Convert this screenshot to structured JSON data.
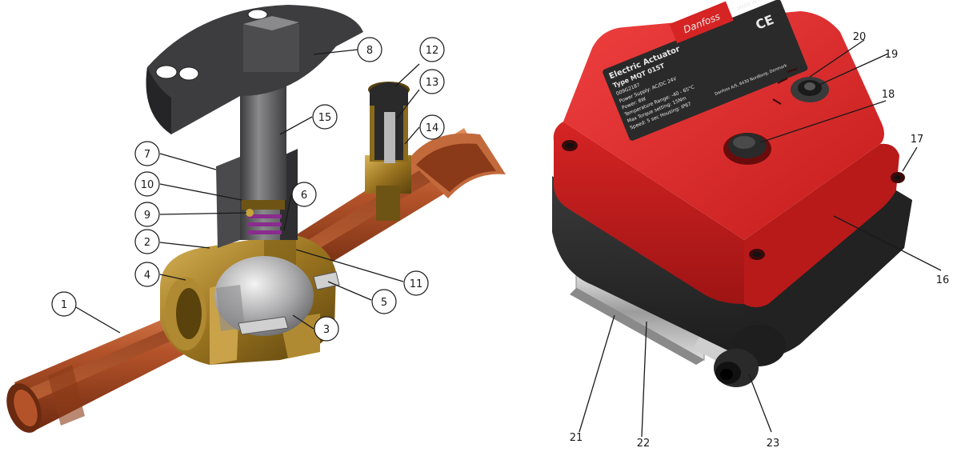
{
  "valve_callouts": [
    "1",
    "2",
    "3",
    "4",
    "5",
    "6",
    "7",
    "8",
    "9",
    "10",
    "11",
    "12",
    "13",
    "14",
    "15"
  ],
  "actuator_callouts": [
    "16",
    "17",
    "18",
    "19",
    "20",
    "21",
    "22",
    "23"
  ],
  "nameplate": {
    "title": "Electric Actuator",
    "type_line": "Type MQT 015T",
    "code_line": "009G2187",
    "spec_lines": [
      "Power Supply: AC/DC 24V",
      "Power: 8W",
      "Temperature Range: -40 - 65°C",
      "Max Torque setting: 15Nm",
      "Speed: 5 sec   Housing: IP67"
    ],
    "brand": "Danfoss",
    "made_in": "MADE IN CHINA",
    "ce_mark": "CE",
    "address": "Danfoss A/S, 6430 Nordborg, Denmark"
  },
  "colors": {
    "copper": "#b4532a",
    "brass": "#9a7420",
    "steel": "#6e6e70",
    "actuator_red": "#d62424",
    "actuator_black": "#2b2b2b",
    "seal_purple": "#8a2b8e"
  }
}
